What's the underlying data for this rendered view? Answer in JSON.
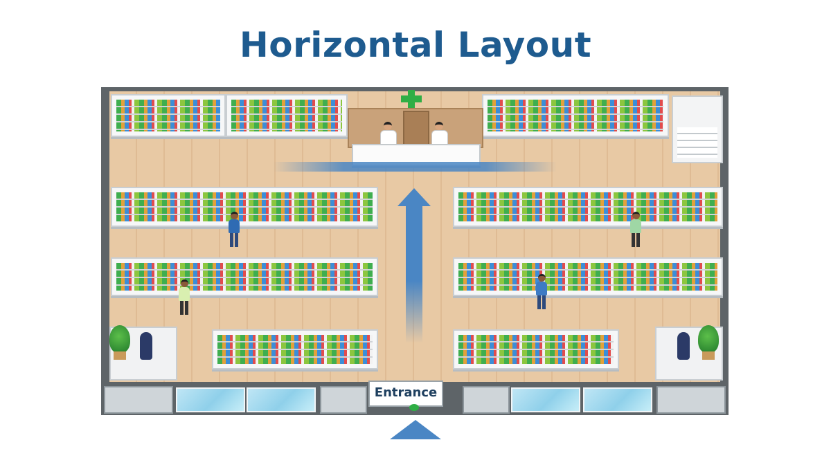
{
  "title": "Horizontal Layout",
  "entrance_label": "Entrance",
  "colors": {
    "title": "#1e5b8f",
    "flow_arrow": "#4a86c4",
    "floor": "#e8c9a4",
    "wall": "#5e6468",
    "pharmacy_cross": "#2fae45"
  },
  "icons": {
    "pharmacy_sign": "pharmacy-cross-icon",
    "flow": "arrow-up-icon",
    "entry": "triangle-up-icon"
  },
  "layout_labels": {
    "aisle_rows": 4
  }
}
